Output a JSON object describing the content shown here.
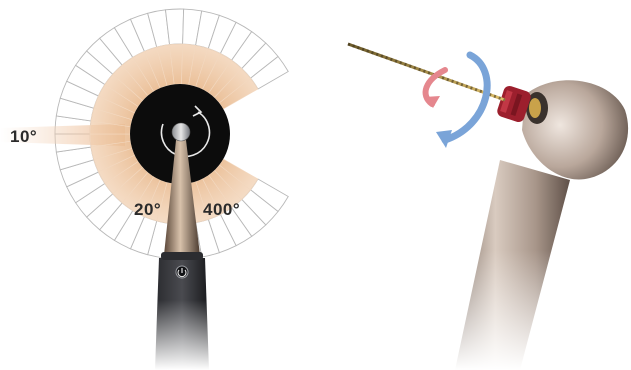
{
  "angle_labels": {
    "left": "10°",
    "middle": "20°",
    "right": "400°"
  },
  "icons": {
    "rotation_arrow": "circular-arrow-icon",
    "power_button": "power-icon",
    "spin_arrows": "rotation-arrows-icon"
  },
  "colors": {
    "sector_fill": "#efcfb0",
    "hub": "#0c0c0c",
    "handpiece_dark": "#1c1d20",
    "metal": "#b8a79a",
    "collet_red": "#9c1f2d",
    "arrow_blue": "#7aa4d8",
    "arrow_pink": "#e5878e",
    "file_gold": "#c9a24a"
  }
}
